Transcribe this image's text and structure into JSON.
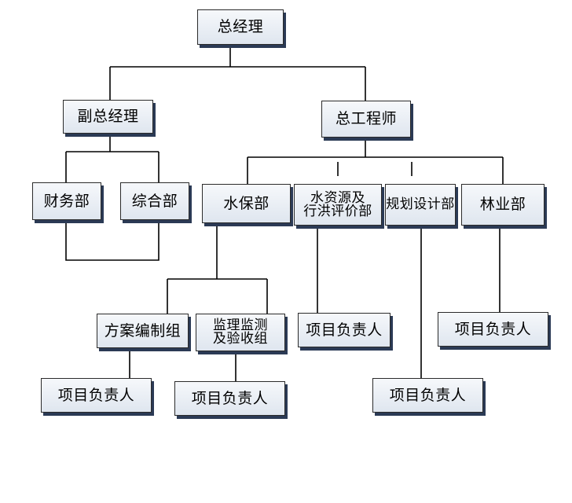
{
  "general_manager": "总经理",
  "deputy_gm": "副总经理",
  "chief_engineer": "总工程师",
  "finance_dept": "财务部",
  "general_dept": "综合部",
  "soil_conservation_dept": "水保部",
  "water_resource_dept": {
    "line1": "水资源及",
    "line2": "行洪评价部"
  },
  "planning_design_dept": "规划设计部",
  "forestry_dept": "林业部",
  "plan_group": "方案编制组",
  "supervision_group": {
    "line1": "监理监测",
    "line2": "及验收组"
  },
  "project_lead_label": "项目负责人"
}
